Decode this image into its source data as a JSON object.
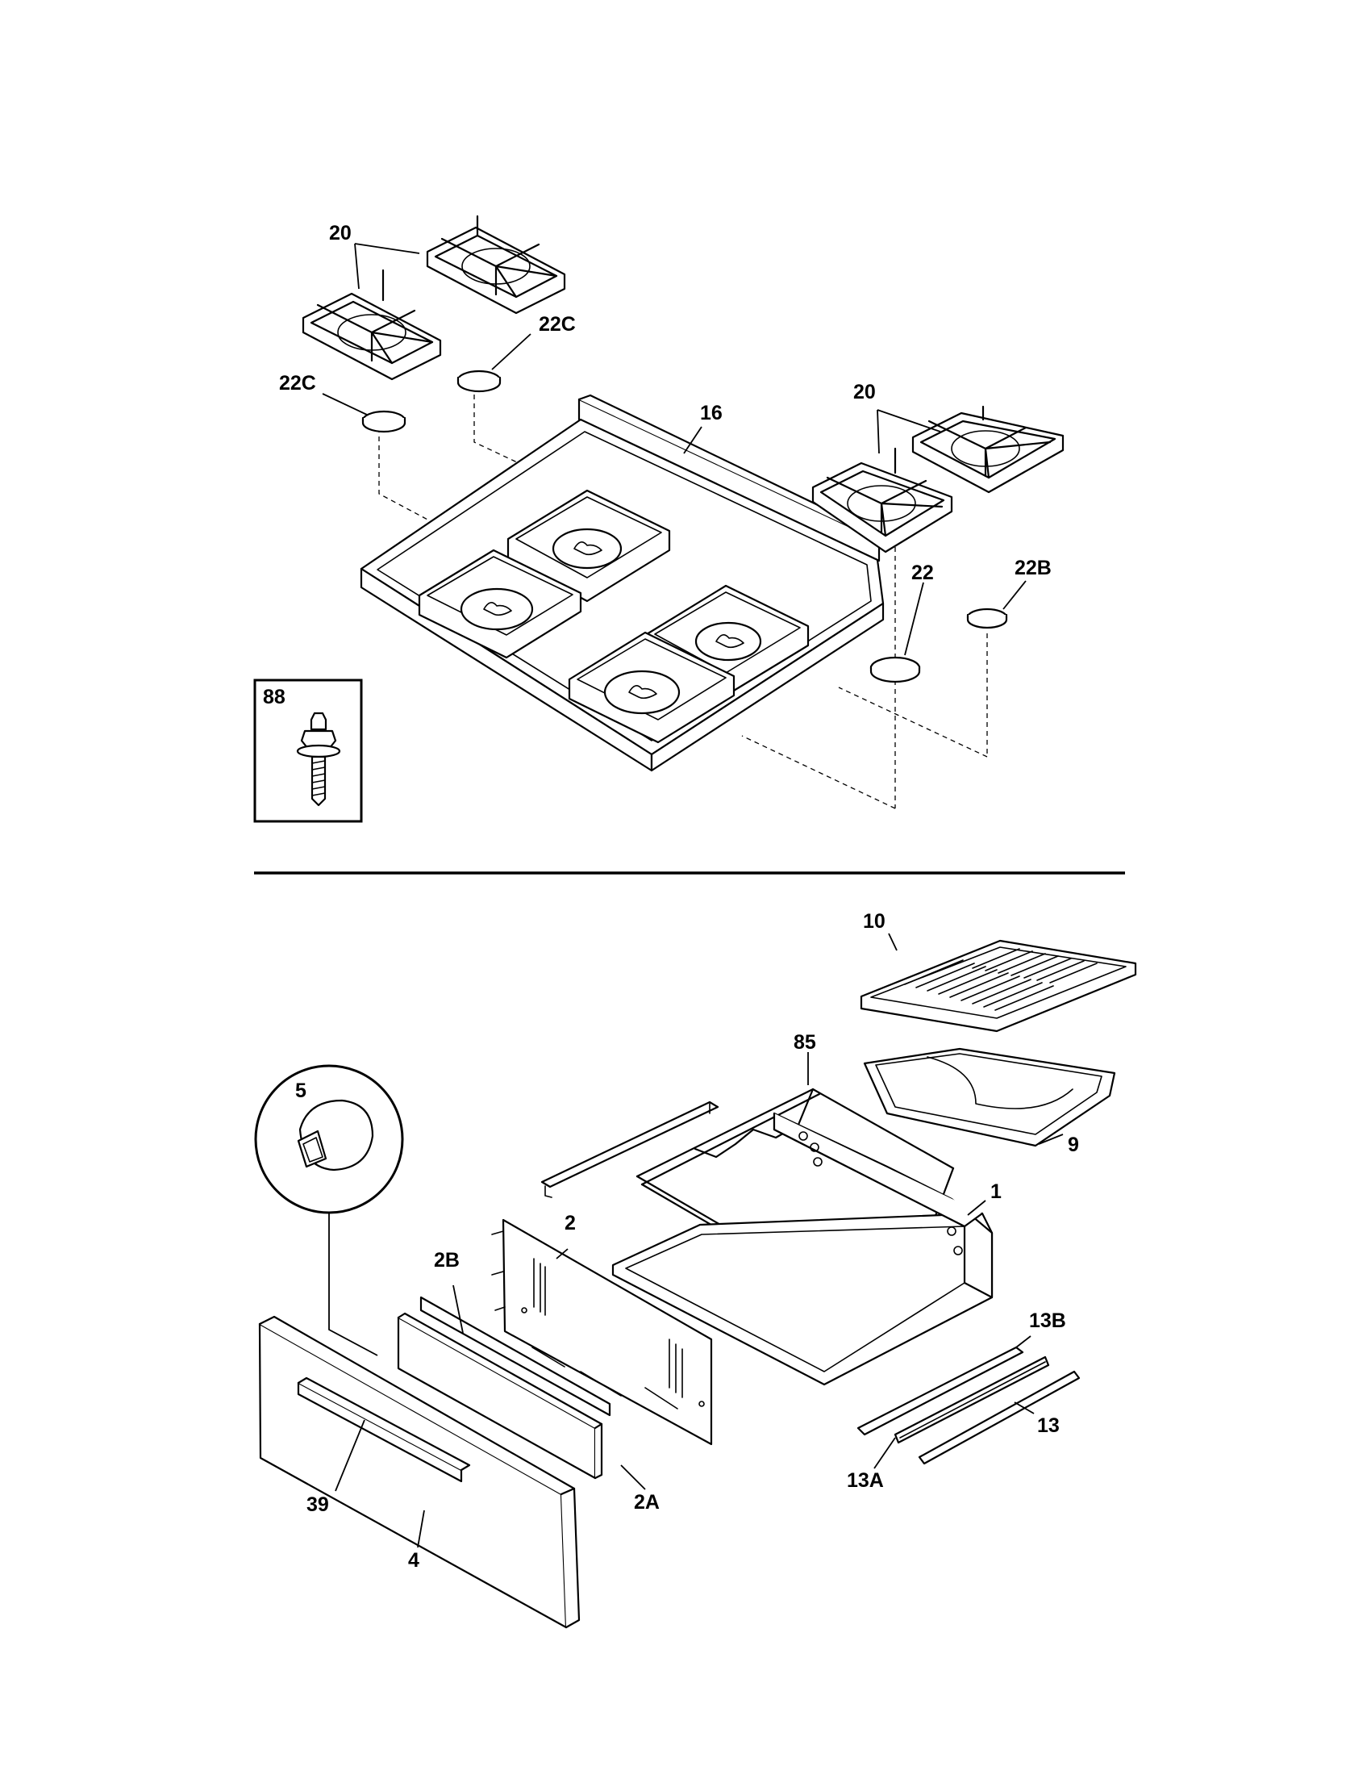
{
  "labels": {
    "p20a": "20",
    "p22c_top": "22C",
    "p22c_left": "22C",
    "p20b": "20",
    "p16": "16",
    "p22": "22",
    "p22b": "22B",
    "p88": "88",
    "p10": "10",
    "p85": "85",
    "p5": "5",
    "p9": "9",
    "p1": "1",
    "p2": "2",
    "p2b": "2B",
    "p13b": "13B",
    "p13": "13",
    "p13a": "13A",
    "p2a": "2A",
    "p39": "39",
    "p4": "4"
  }
}
